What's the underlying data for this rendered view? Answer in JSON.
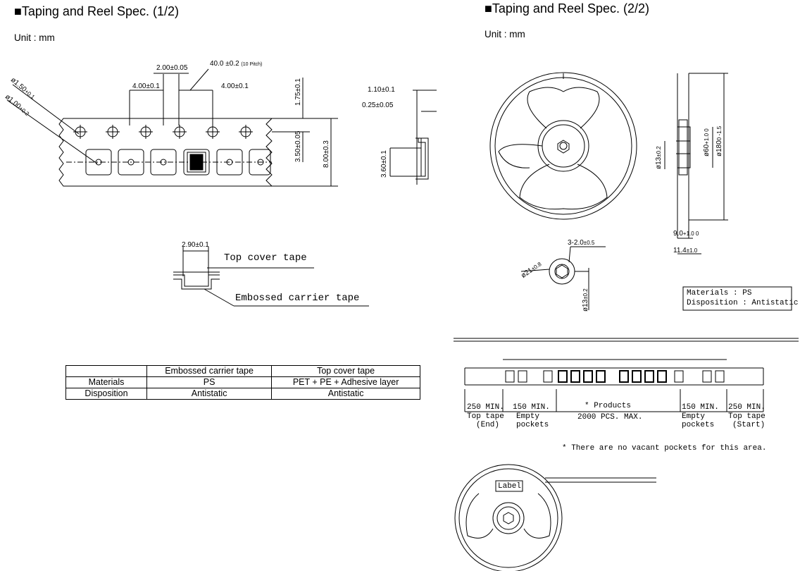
{
  "page1": {
    "title": "■Taping and Reel Spec. (1/2)",
    "unit": "Unit : mm",
    "dims": {
      "hole_dia": "ø1.50",
      "hole_tol": "+0.1",
      "hole_tol2": "0",
      "pocket_hole": "ø1.00",
      "pocket_tol": "+0.2",
      "pocket_tol2": "0",
      "pitch_hole": "2.00±0.05",
      "pitch10": "40.0 ±0.2",
      "pitch10_note": "(10 Pitch)",
      "pitch_left": "4.00±0.1",
      "pitch_right": "4.00±0.1",
      "edge": "1.75±0.1",
      "center": "3.50±0.05",
      "width": "8.00±0.3",
      "thick": "1.10±0.1",
      "cover": "0.25±0.05",
      "depth": "3.60±0.1",
      "pocket_w": "2.90±0.1"
    },
    "labels": {
      "top_cover": "Top cover tape",
      "carrier": "Embossed carrier tape"
    },
    "table": {
      "headers": [
        "",
        "Embossed carrier tape",
        "Top cover tape"
      ],
      "rows": [
        [
          "Materials",
          "PS",
          "PET + PE + Adhesive layer"
        ],
        [
          "Disposition",
          "Antistatic",
          "Antistatic"
        ]
      ]
    }
  },
  "page2": {
    "title": "■Taping and Reel Spec. (2/2)",
    "unit": "Unit : mm",
    "dims": {
      "hub13": "ø13",
      "hub13_tol": "±0.2",
      "hub60": "ø60",
      "hub60_tol": "+1.0 0",
      "reel180": "ø180",
      "reel180_tol": "0 -1.5",
      "width9": "9.0",
      "width9_tol": "+1.0 0",
      "width11": "11.4",
      "width11_tol": "±1.0",
      "slot": "3-2.0",
      "slot_tol": "±0.5",
      "dia21": "ø21",
      "dia21_tol": "±0.8",
      "hub13b": "ø13",
      "hub13b_tol": "±0.2"
    },
    "materials": [
      "Materials : PS",
      "Disposition : Antistatic"
    ],
    "leader": {
      "seg1_len": "250 MIN.",
      "seg1_desc": [
        "Top tape",
        "(End)"
      ],
      "seg2_len": "150 MIN.",
      "seg2_desc": [
        "Empty",
        "pockets"
      ],
      "seg3_len": "* Products",
      "seg3_desc": "2000 PCS. MAX.",
      "seg4_len": "150 MIN.",
      "seg4_desc": [
        "Empty",
        "pockets"
      ],
      "seg5_len": "250 MIN.",
      "seg5_desc": [
        "Top tape",
        "(Start)"
      ],
      "note": "* There are no vacant pockets for this area."
    },
    "label_text": "Label"
  }
}
